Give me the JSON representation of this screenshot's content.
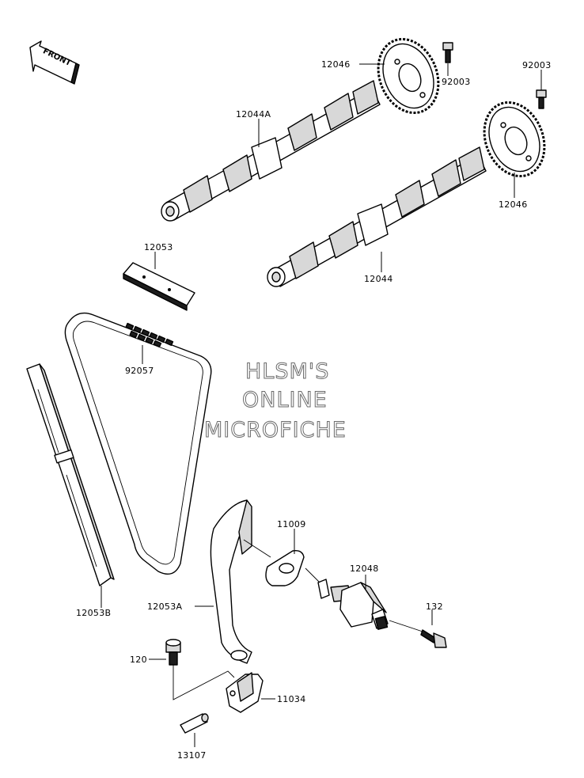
{
  "front_arrow": {
    "label": "FRONT"
  },
  "watermark": {
    "line1": "HLSM'S",
    "line2": "ONLINE",
    "line3": "MICROFICHE"
  },
  "callouts": {
    "p12046_top": "12046",
    "p92003_top": "92003",
    "p92003_right": "92003",
    "p12044A": "12044A",
    "p12046_right": "12046",
    "p12053": "12053",
    "p12044": "12044",
    "p92057": "92057",
    "p11009": "11009",
    "p12048": "12048",
    "p132": "132",
    "p12053A": "12053A",
    "p12053B": "12053B",
    "p120": "120",
    "p11034": "11034",
    "p13107": "13107"
  }
}
